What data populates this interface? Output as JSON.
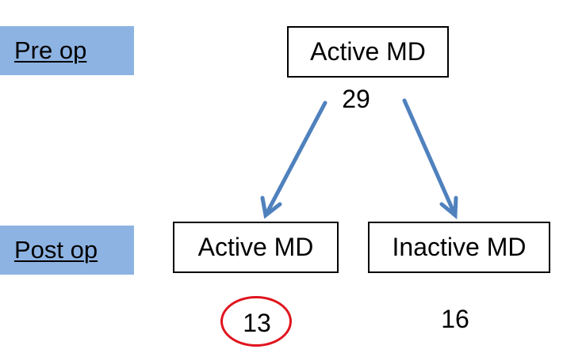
{
  "stages": {
    "pre": "Pre op",
    "post": "Post op"
  },
  "nodes": {
    "pre_active": {
      "label": "Active MD",
      "count": "29"
    },
    "post_active": {
      "label": "Active MD",
      "count": "13",
      "highlighted": true
    },
    "post_inactive": {
      "label": "Inactive MD",
      "count": "16"
    }
  },
  "colors": {
    "stage_fill": "#8db3e2",
    "arrow": "#4f81bd",
    "highlight": "#e0141e",
    "box_border": "#000000"
  }
}
